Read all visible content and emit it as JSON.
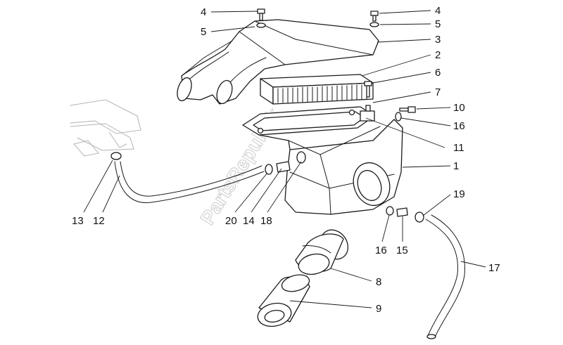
{
  "watermark": "PartsRepublik",
  "callouts": [
    {
      "id": "c4a",
      "label": "4"
    },
    {
      "id": "c5a",
      "label": "5"
    },
    {
      "id": "c4b",
      "label": "4"
    },
    {
      "id": "c5b",
      "label": "5"
    },
    {
      "id": "c3",
      "label": "3"
    },
    {
      "id": "c2",
      "label": "2"
    },
    {
      "id": "c6",
      "label": "6"
    },
    {
      "id": "c7",
      "label": "7"
    },
    {
      "id": "c10",
      "label": "10"
    },
    {
      "id": "c16a",
      "label": "16"
    },
    {
      "id": "c11",
      "label": "11"
    },
    {
      "id": "c1",
      "label": "1"
    },
    {
      "id": "c19",
      "label": "19"
    },
    {
      "id": "c17",
      "label": "17"
    },
    {
      "id": "c13",
      "label": "13"
    },
    {
      "id": "c12",
      "label": "12"
    },
    {
      "id": "c20",
      "label": "20"
    },
    {
      "id": "c14",
      "label": "14"
    },
    {
      "id": "c18",
      "label": "18"
    },
    {
      "id": "c16b",
      "label": "16"
    },
    {
      "id": "c15",
      "label": "15"
    },
    {
      "id": "c8",
      "label": "8"
    },
    {
      "id": "c9",
      "label": "9"
    }
  ]
}
